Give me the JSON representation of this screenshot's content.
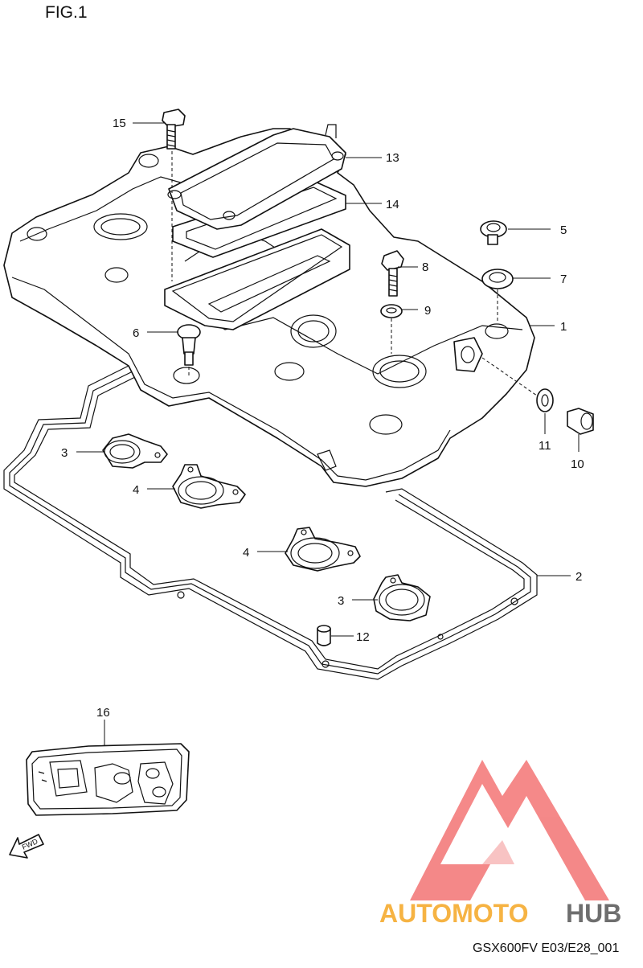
{
  "figure": {
    "title": "FIG.1",
    "footer_code": "GSX600FV E03/E28_001"
  },
  "callouts": [
    {
      "id": "c1",
      "label": "1"
    },
    {
      "id": "c2",
      "label": "2"
    },
    {
      "id": "c3a",
      "label": "3"
    },
    {
      "id": "c3b",
      "label": "3"
    },
    {
      "id": "c4a",
      "label": "4"
    },
    {
      "id": "c4b",
      "label": "4"
    },
    {
      "id": "c5",
      "label": "5"
    },
    {
      "id": "c6",
      "label": "6"
    },
    {
      "id": "c7",
      "label": "7"
    },
    {
      "id": "c8",
      "label": "8"
    },
    {
      "id": "c9",
      "label": "9"
    },
    {
      "id": "c10",
      "label": "10"
    },
    {
      "id": "c11",
      "label": "11"
    },
    {
      "id": "c12",
      "label": "12"
    },
    {
      "id": "c13",
      "label": "13"
    },
    {
      "id": "c14",
      "label": "14"
    },
    {
      "id": "c15",
      "label": "15"
    },
    {
      "id": "c16",
      "label": "16"
    }
  ],
  "direction_marker": {
    "label": "FWD"
  },
  "watermark": {
    "part1": "AUTOMOTO",
    "part2": "HUB",
    "color_primary": "#f26b6b",
    "color_secondary": "#f5a623",
    "color_dark": "#555555"
  }
}
